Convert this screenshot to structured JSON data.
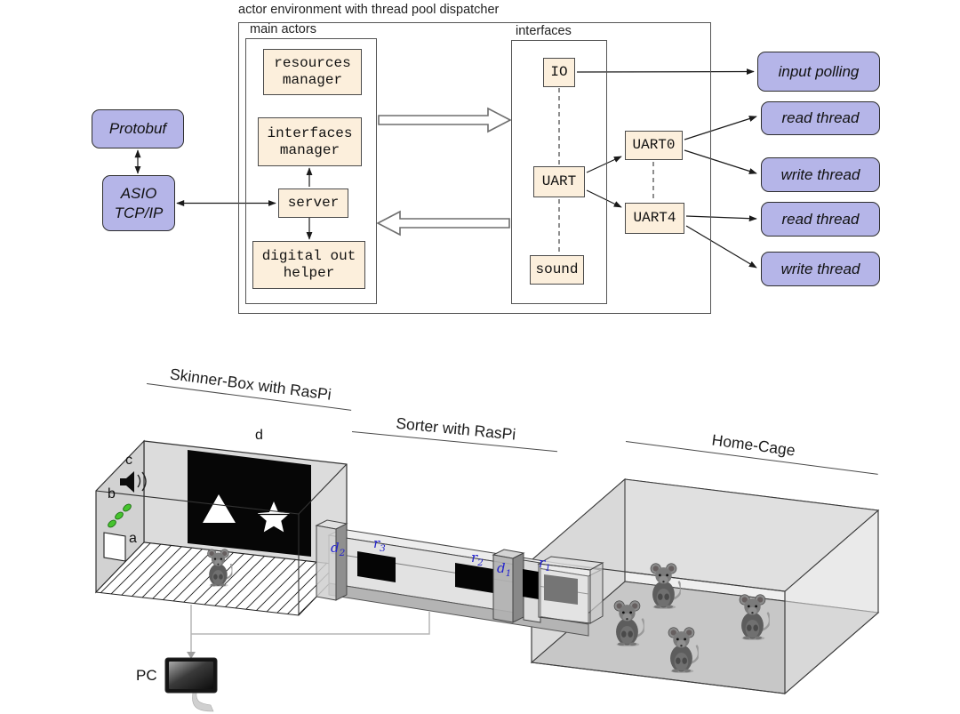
{
  "colors": {
    "thread_fill": "#b5b5e8",
    "actor_fill": "#fcefdc",
    "gate_label": "#2424cc",
    "led_green": "#46c32e"
  },
  "top": {
    "env_label": "actor environment with thread pool dispatcher",
    "group_main": "main actors",
    "group_interfaces": "interfaces",
    "nodes": {
      "resources_manager": {
        "l1": "resources",
        "l2": "manager"
      },
      "interfaces_manager": {
        "l1": "interfaces",
        "l2": "manager"
      },
      "server": "server",
      "digital_out_helper": {
        "l1": "digital out",
        "l2": "helper"
      },
      "io": "IO",
      "uart": "UART",
      "sound": "sound",
      "uart0": "UART0",
      "uart4": "UART4"
    },
    "protocol": {
      "protobuf": "Protobuf",
      "asio_l1": "ASIO",
      "asio_l2": "TCP/IP"
    },
    "threads": {
      "input_polling": "input polling",
      "uart0_read": "read thread",
      "uart0_write": "write thread",
      "uart4_read": "read thread",
      "uart4_write": "write thread"
    }
  },
  "bottom": {
    "sections": {
      "skinner": "Skinner-Box with RasPi",
      "sorter": "Sorter with RasPi",
      "home_cage": "Home-Cage"
    },
    "markers": {
      "a": "a",
      "b": "b",
      "c": "c",
      "d": "d"
    },
    "gates": {
      "d2": {
        "base": "d",
        "sub": "2"
      },
      "r3": {
        "base": "r",
        "sub": "3"
      },
      "r2": {
        "base": "r",
        "sub": "2"
      },
      "d1": {
        "base": "d",
        "sub": "1"
      },
      "r1": {
        "base": "r",
        "sub": "1"
      }
    },
    "pc": "PC"
  }
}
